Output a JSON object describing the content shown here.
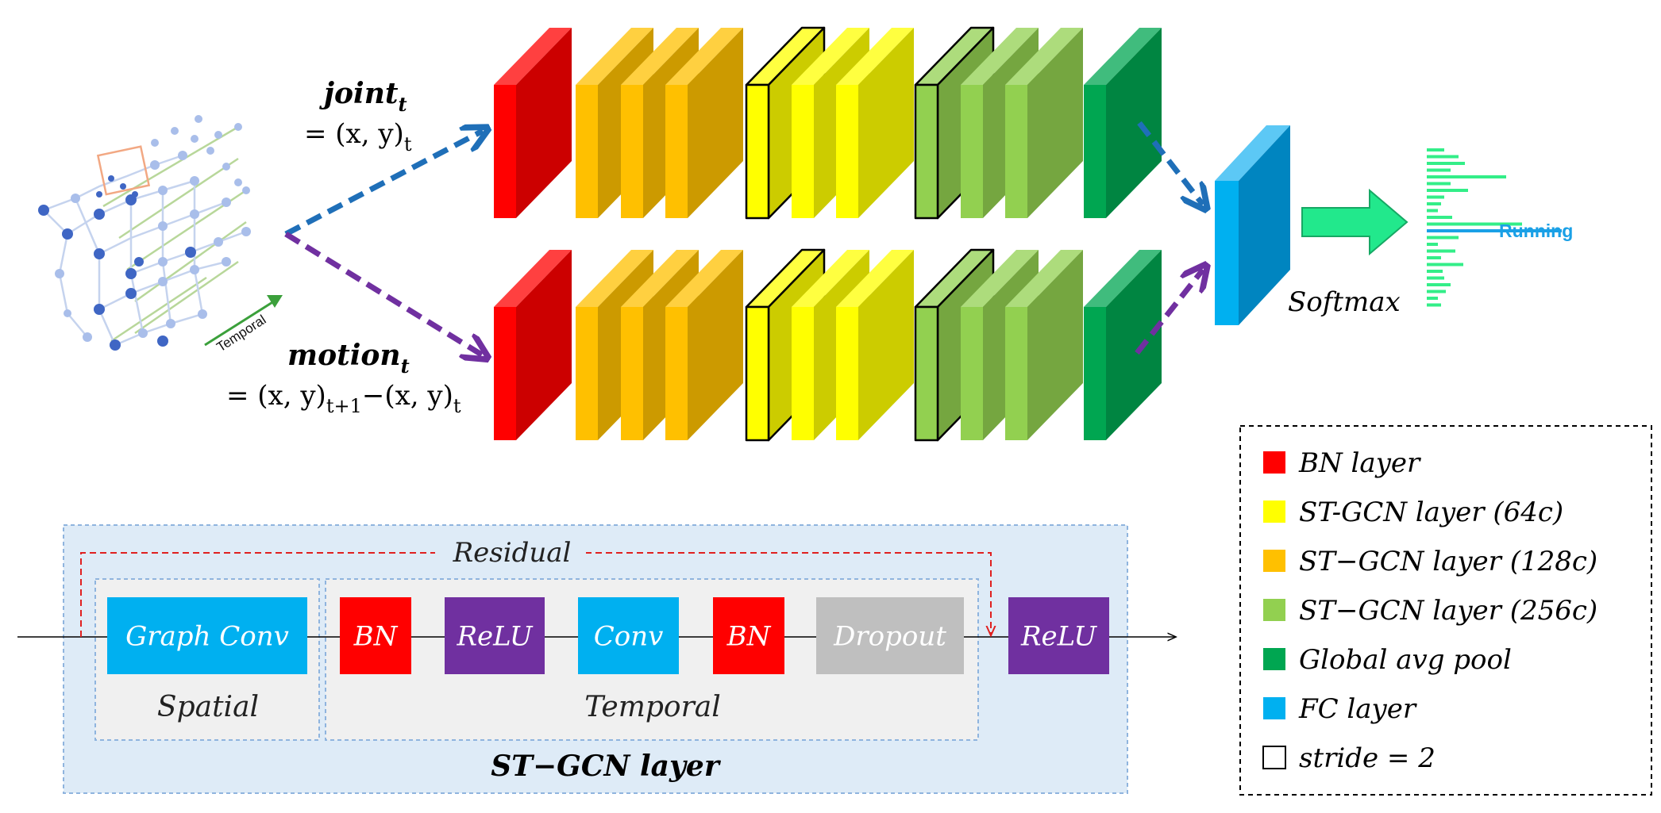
{
  "inputs": {
    "joint": {
      "name": "joint",
      "sub": "t",
      "formula": "= (x, y)",
      "formula_sub": "t"
    },
    "motion": {
      "name": "motion",
      "sub": "t",
      "formula_a": "= (x, y)",
      "sub_a": "t+1",
      "formula_b": "−(x, y)",
      "sub_b": "t"
    }
  },
  "skeleton": {
    "axis_label": "Temporal"
  },
  "output": {
    "softmax_label": "Softmax",
    "predicted_label": "Running"
  },
  "block": {
    "residual_label": "Residual",
    "spatial_label": "Spatial",
    "temporal_label": "Temporal",
    "title": "ST−GCN layer",
    "ops": [
      {
        "id": "graph-conv",
        "label": "Graph Conv",
        "color": "#00B0F0"
      },
      {
        "id": "bn-1",
        "label": "BN",
        "color": "#FF0000"
      },
      {
        "id": "relu-1",
        "label": "ReLU",
        "color": "#7030A0"
      },
      {
        "id": "conv",
        "label": "Conv",
        "color": "#00B0F0"
      },
      {
        "id": "bn-2",
        "label": "BN",
        "color": "#FF0000"
      },
      {
        "id": "dropout",
        "label": "Dropout",
        "color": "#BFBFBF"
      },
      {
        "id": "relu-2",
        "label": "ReLU",
        "color": "#7030A0"
      }
    ]
  },
  "legend": {
    "items": [
      {
        "label": "BN layer",
        "color": "#FF0000"
      },
      {
        "label": "ST-GCN layer (64c)",
        "color": "#FFFF00"
      },
      {
        "label": "ST−GCN layer (128c)",
        "color": "#FFC000"
      },
      {
        "label": "ST−GCN layer (256c)",
        "color": "#92D050"
      },
      {
        "label": "Global avg pool",
        "color": "#00A651"
      },
      {
        "label": "FC layer",
        "color": "#00B0F0"
      },
      {
        "label": "stride = 2",
        "color": "#FFFFFF"
      }
    ]
  },
  "colors": {
    "bn": "#FF0000",
    "gcn64": "#FFFF00",
    "gcn128": "#FFC000",
    "gcn256": "#92D050",
    "pool": "#00A651",
    "fc": "#00B0F0",
    "arrow_blue": "#1F6FB8",
    "arrow_purple": "#7030A0",
    "softmax_arrow": "#22E88C",
    "bars": "#33EE88",
    "bar_highlight": "#1AA0E6"
  }
}
